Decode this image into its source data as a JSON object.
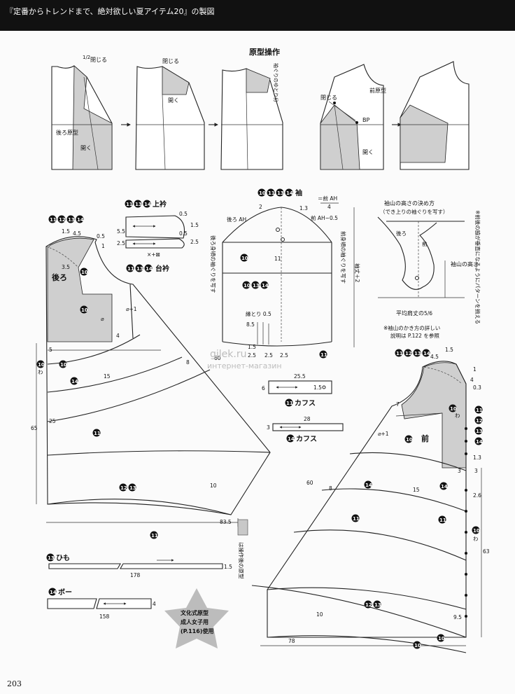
{
  "header": {
    "title": "『定番からトレンドまで、絶対欲しい夏アイテム20』の製図"
  },
  "page_number": "203",
  "colors": {
    "header_bg": "#111111",
    "shade": "#cfcfcf",
    "line": "#222222"
  },
  "watermark": {
    "line1": "gilek.ru",
    "line2": "интернет-магазин"
  },
  "manipulation": {
    "title": "原型操作",
    "close1": "閉じる",
    "half": "1/2",
    "back_proto": "後ろ原型",
    "open1": "開く",
    "close2": "閉じる",
    "open2": "開く",
    "armhole_ease": "袖ぐりのゆとり分",
    "close3": "閉じる",
    "front_proto": "前原型",
    "bp": "BP",
    "open3": "開く"
  },
  "collar": {
    "badges": [
      "11",
      "13",
      "14"
    ],
    "title": "上衿",
    "stand_badges": [
      "11",
      "13",
      "14"
    ],
    "stand_title": "台衿",
    "m_05": "0.5",
    "m_15": "1.5",
    "m_55": "5.5",
    "m_25": "2.5",
    "m_05b": "0.5",
    "m_25b": "2.5",
    "m_x": "×+⊠"
  },
  "sleeve": {
    "badges": [
      "10",
      "11",
      "13",
      "14"
    ],
    "title": "袖",
    "front_ah": "＝前 AH",
    "front_ah_den": "4",
    "back_ah": "後ろ AH",
    "front_ah_minus": "前 AH−0.5",
    "m_2": "2",
    "m_13": "1.3",
    "note_back": "後ろ身頃の袖ぐりを写す",
    "note_front": "前身頃の袖ぐりを写す",
    "sleeve_len": "袖丈＋2",
    "m_11": "11",
    "b10": "10",
    "b_row": [
      "10",
      "13",
      "14"
    ],
    "hem_edge": "縁とり 0.5",
    "m_85": "8.5",
    "m_25a": "2.5",
    "m_25b": "2.5",
    "m_25c": "2.5",
    "m_15": "1.5",
    "m_60": "60",
    "b11": "11"
  },
  "cap_height": {
    "title1": "袖山の高さの決め方",
    "title2": "（でき上りの袖ぐりを写す）",
    "back": "後ろ",
    "front": "前",
    "cap_h": "袖山の高さ",
    "avg": "平均肩丈の",
    "frac": "5/6",
    "note1": "※袖山のかき方の詳しい",
    "note2": "説明は P.122 を参照"
  },
  "side_note": "※前後の脇が垂直になるようにパターンを揃える",
  "back_piece": {
    "badges": [
      "11",
      "12",
      "13",
      "14"
    ],
    "label": "後ろ",
    "m_15": "1.5",
    "m_45": "4.5",
    "m_05": "0.5",
    "m_1": "1",
    "m_35": "3.5",
    "phi1": "⌀+1",
    "phi": "⌀",
    "m_4": "4",
    "m_5": "5",
    "m_8": "8",
    "m_15b": "15",
    "m_25": "25",
    "m_65": "65",
    "m_10": "10",
    "m_835": "83.5",
    "wa": "わ",
    "b10": "10",
    "b14": "14",
    "b11": "11",
    "b11b": "11",
    "b1213": [
      "12",
      "13"
    ],
    "b10b": "10",
    "b10c": "10",
    "b10d": "10"
  },
  "cuffs": {
    "cuff11_title": "カフス",
    "cuff11_badge": "11",
    "m_255": "25.5",
    "m_6": "6",
    "m_15": "1.5",
    "cuff14_title": "カフス",
    "cuff14_badge": "14",
    "m_28": "28",
    "m_3": "3"
  },
  "legend": {
    "text": "は操作後の原型"
  },
  "himo": {
    "badge": "13",
    "title": "ひも",
    "m_178": "178",
    "m_15": "1.5"
  },
  "bow": {
    "badge": "14",
    "title": "ボー",
    "m_158": "158",
    "m_4": "4"
  },
  "star": {
    "line1": "文化式原型",
    "line2": "成人女子用",
    "line3": "(P.116)使用"
  },
  "front_piece": {
    "badges": [
      "11",
      "12",
      "13",
      "14"
    ],
    "label": "前",
    "m_45": "4.5",
    "m_15": "1.5",
    "m_1": "1",
    "m_4": "4",
    "m_03": "0.3",
    "m_7": "7",
    "phi1": "⌀+1",
    "m_13": "1.3",
    "m_3": "3",
    "m_3b": "3",
    "m_26": "2.6",
    "m_60": "60",
    "m_8": "8",
    "m_15b": "15",
    "m_63": "63",
    "m_10": "10",
    "m_95": "9.5",
    "m_78": "78",
    "wa": "わ",
    "b_side": [
      "11",
      "12",
      "13",
      "14"
    ],
    "b10": "10",
    "b14": "14",
    "b11": "11",
    "b14b": "14",
    "b11b": "11",
    "b10b": "10",
    "b1213": [
      "12",
      "13"
    ],
    "b10c": "10",
    "b10d": "10",
    "b10e": "10"
  }
}
